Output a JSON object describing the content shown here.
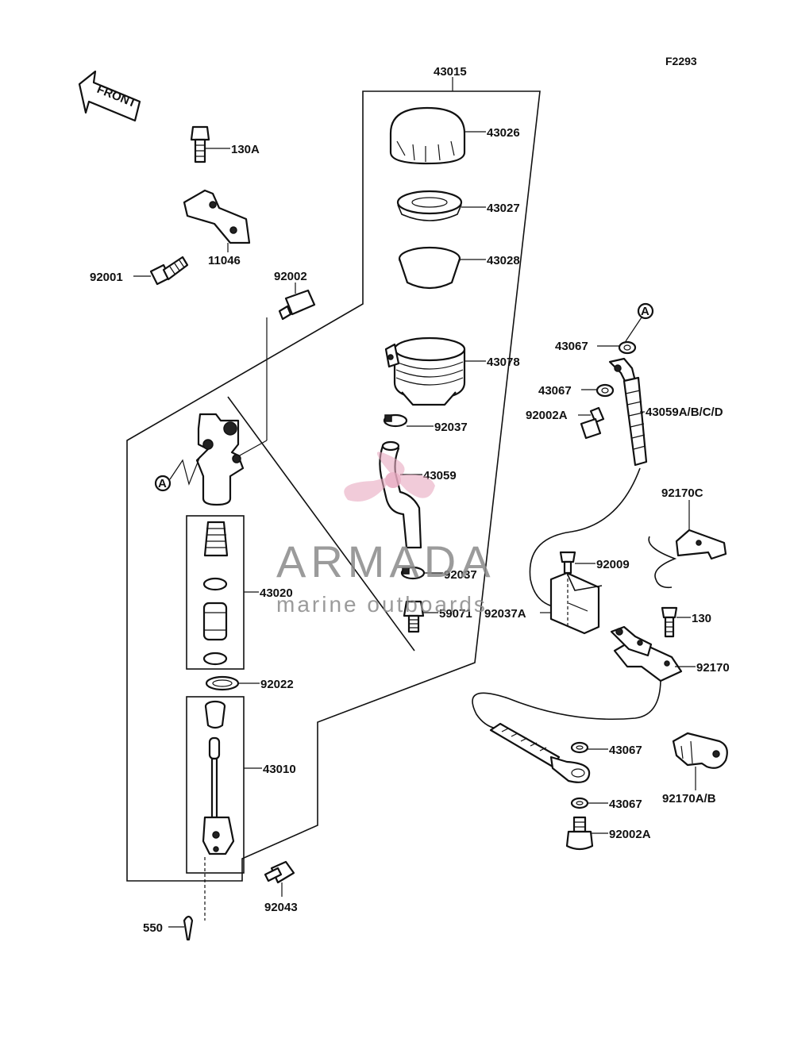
{
  "diagram": {
    "code": "F2293",
    "front_label": "FRONT",
    "ref_marker": "A",
    "parts": {
      "p43015": "43015",
      "p43026": "43026",
      "p43027": "43027",
      "p43028": "43028",
      "p43078": "43078",
      "p92037_top": "92037",
      "p43059": "43059",
      "p92037_bottom": "92037",
      "p59071": "59071",
      "p130A": "130A",
      "p11046": "11046",
      "p92001": "92001",
      "p92002": "92002",
      "p43020": "43020",
      "p92022": "92022",
      "p43010": "43010",
      "p92043": "92043",
      "p550": "550",
      "p43067_a": "43067",
      "p43067_b": "43067",
      "p92002A_top": "92002A",
      "p43059ABCD": "43059A/B/C/D",
      "p92170C": "92170C",
      "p92009": "92009",
      "p92037A": "92037A",
      "p130": "130",
      "p92170": "92170",
      "p43067_c": "43067",
      "p43067_d": "43067",
      "p92170AB": "92170A/B",
      "p92002A_bottom": "92002A"
    }
  },
  "watermark": {
    "brand": "ARMADA",
    "tagline": "marine outboards",
    "color": "#e8a9c0"
  }
}
